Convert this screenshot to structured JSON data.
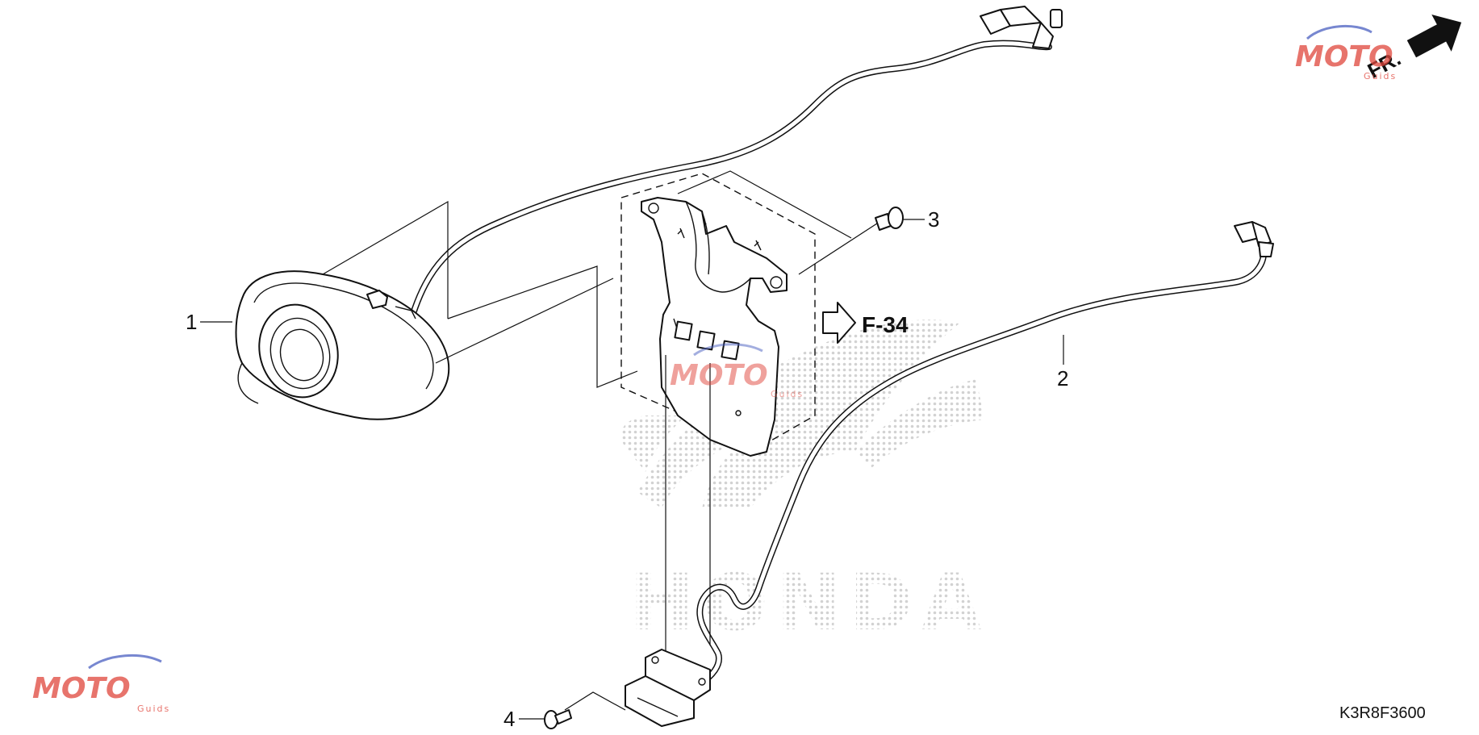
{
  "diagram": {
    "callouts": [
      "1",
      "2",
      "3",
      "4"
    ],
    "reference": "F-34",
    "part_code": "K3R8F3600",
    "direction": "FR.",
    "watermark": {
      "brand": "MOTO",
      "sub": "Guids",
      "background_logo": "HONDA"
    },
    "colors": {
      "ink": "#111111",
      "watermark_red": "#e0463c",
      "watermark_blue": "#4a5fc1",
      "honda_dots": "#d8d8d8"
    }
  }
}
